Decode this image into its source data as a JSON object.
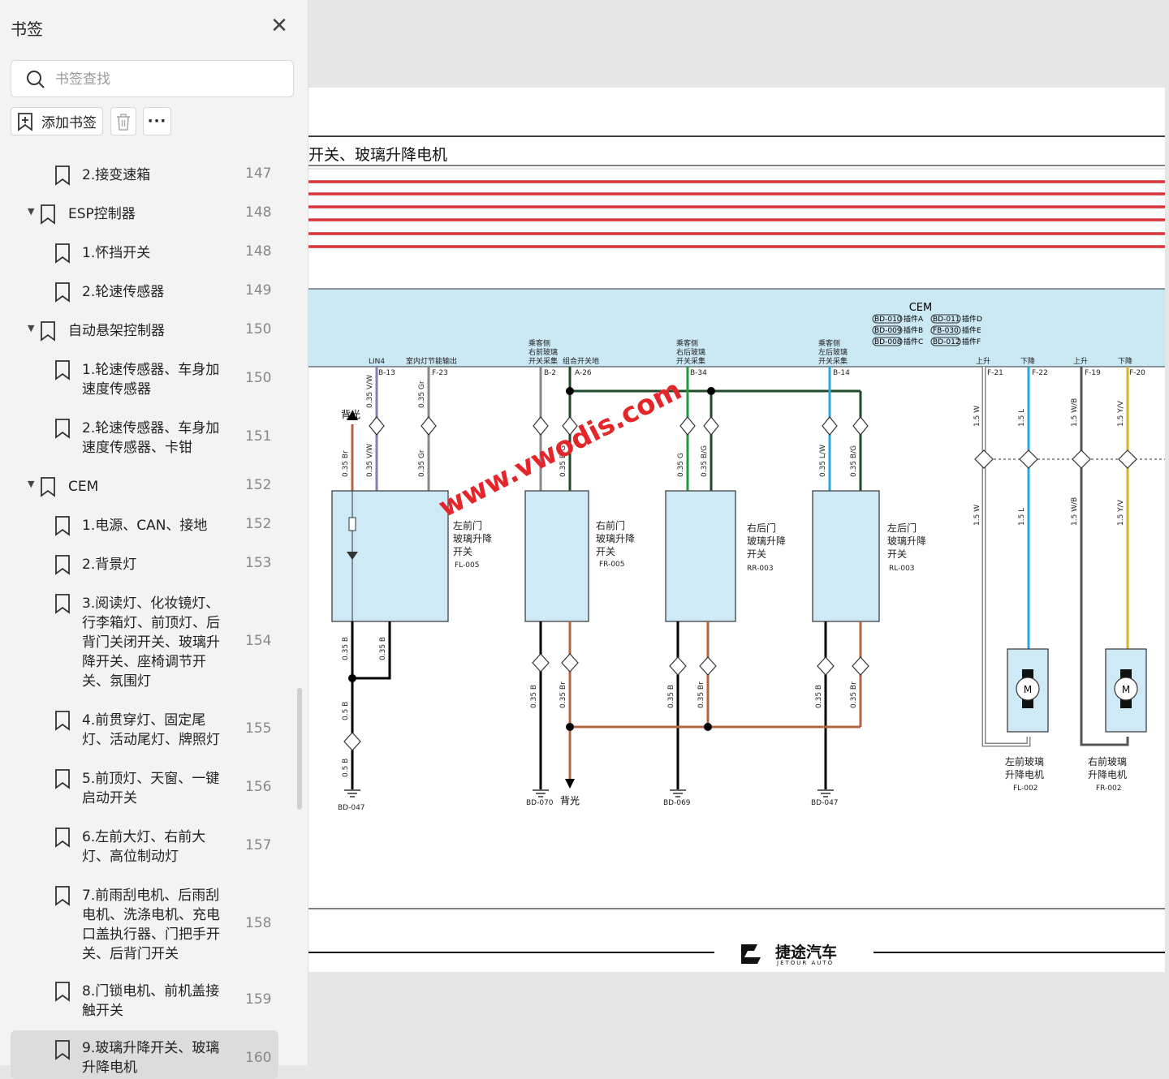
{
  "sidebar": {
    "title": "书签",
    "search_placeholder": "书签查找",
    "add_label": "添加书签",
    "more_label": "···",
    "items": [
      {
        "label": "2.接变速箱",
        "page": "147"
      },
      {
        "label": "ESP控制器",
        "page": "148"
      },
      {
        "label": "1.怀挡开关",
        "page": "148"
      },
      {
        "label": "2.轮速传感器",
        "page": "149"
      },
      {
        "label": "自动悬架控制器",
        "page": "150"
      },
      {
        "label": "1.轮速传感器、车身加速度传感器",
        "page": "150"
      },
      {
        "label": "2.轮速传感器、车身加速度传感器、卡钳",
        "page": "151"
      },
      {
        "label": "CEM",
        "page": "152"
      },
      {
        "label": "1.电源、CAN、接地",
        "page": "152"
      },
      {
        "label": "2.背景灯",
        "page": "153"
      },
      {
        "label": "3.阅读灯、化妆镜灯、行李箱灯、前顶灯、后背门关闭开关、玻璃升降开关、座椅调节开关、氛围灯",
        "page": "154"
      },
      {
        "label": "4.前贯穿灯、固定尾灯、活动尾灯、牌照灯",
        "page": "155"
      },
      {
        "label": "5.前顶灯、天窗、一键启动开关",
        "page": "156"
      },
      {
        "label": "6.左前大灯、右前大灯、高位制动灯",
        "page": "157"
      },
      {
        "label": "7.前雨刮电机、后雨刮电机、洗涤电机、充电口盖执行器、门把手开关、后背门开关",
        "page": "158"
      },
      {
        "label": "8.门锁电机、前机盖接触开关",
        "page": "159"
      },
      {
        "label": "9.玻璃升降开关、玻璃升降电机",
        "page": "160"
      }
    ]
  },
  "document": {
    "title": "开关、玻璃升降电机",
    "watermark": "www.vwodis.com",
    "cem": {
      "title": "CEM",
      "connectors": [
        {
          "code": "BD-010",
          "text": "插件A"
        },
        {
          "code": "BD-011",
          "text": "插件D"
        },
        {
          "code": "BD-009",
          "text": "插件B"
        },
        {
          "code": "FB-030",
          "text": "插件E"
        },
        {
          "code": "BD-008",
          "text": "插件C"
        },
        {
          "code": "BD-012",
          "text": "插件F"
        }
      ],
      "pin_labels": {
        "lin4": "LIN4",
        "interior": "室内灯节能输出",
        "pass_front_1": "乘客侧",
        "pass_front_2": "右前玻璃",
        "pass_front_3": "开关采集",
        "combo": "组合开关地",
        "pass_rr_1": "乘客侧",
        "pass_rr_2": "右后玻璃",
        "pass_rr_3": "开关采集",
        "pass_rl_1": "乘客侧",
        "pass_rl_2": "左后玻璃",
        "pass_rl_3": "开关采集",
        "up1": "上升",
        "down1": "下降",
        "up2": "上升",
        "down2": "下降"
      },
      "pins": [
        "B-13",
        "F-23",
        "B-2",
        "A-26",
        "B-34",
        "B-14",
        "F-21",
        "F-22",
        "F-19",
        "F-20"
      ]
    },
    "backlight": "背光",
    "backlight2": "背光",
    "switches": [
      {
        "l1": "左前门",
        "l2": "玻璃升降",
        "l3": "开关",
        "code": "FL-005"
      },
      {
        "l1": "右前门",
        "l2": "玻璃升降",
        "l3": "开关",
        "code": "FR-005"
      },
      {
        "l1": "右后门",
        "l2": "玻璃升降",
        "l3": "开关",
        "code": "RR-003"
      },
      {
        "l1": "左后门",
        "l2": "玻璃升降",
        "l3": "开关",
        "code": "RL-003"
      }
    ],
    "motors": [
      {
        "l1": "左前玻璃",
        "l2": "升降电机",
        "code": "FL-002"
      },
      {
        "l1": "右前玻璃",
        "l2": "升降电机",
        "code": "FR-002"
      }
    ],
    "grounds": [
      "BD-047",
      "BD-070",
      "BD-069",
      "BD-047"
    ],
    "wires": {
      "w1": "0.35 Br",
      "w2": "0.35 V/W",
      "w3": "0.35 V/W",
      "w4": "0.35 Gr",
      "w5": "0.35 Gr",
      "w6": "0.35 B/G",
      "w7": "0.35 G",
      "w8": "0.35 B/G",
      "w9": "0.35 L/W",
      "w10": "0.35 B/G",
      "w11": "0.35 B",
      "w12": "0.35 B",
      "w13": "0.5 B",
      "w14": "0.5 B",
      "w15": "0.35 B",
      "w16": "0.35 Br",
      "w17": "0.35 B",
      "w18": "0.35 Br",
      "w19": "0.35 B",
      "w20": "0.35 Br",
      "w21": "1.5 W",
      "w22": "1.5 L",
      "w23": "1.5 W/B",
      "w24": "1.5 Y/V"
    },
    "logo_cn": "捷途汽车",
    "logo_en": "JETOUR AUTO",
    "motor_symbol": "M"
  },
  "colors": {
    "cem_bg": "#cbe8f5",
    "switch_bg": "#cfeaf7",
    "stripe_red": "#d8323a",
    "wire_brown": "#b46445",
    "wire_green": "#1f9a3a",
    "wire_darkgreen": "#1f4a2a",
    "wire_blue": "#2aa7dc",
    "wire_yellow": "#d4b22a",
    "wire_violet": "#8b7ab8",
    "wire_gray": "#888888",
    "watermark": "#e4262a"
  }
}
